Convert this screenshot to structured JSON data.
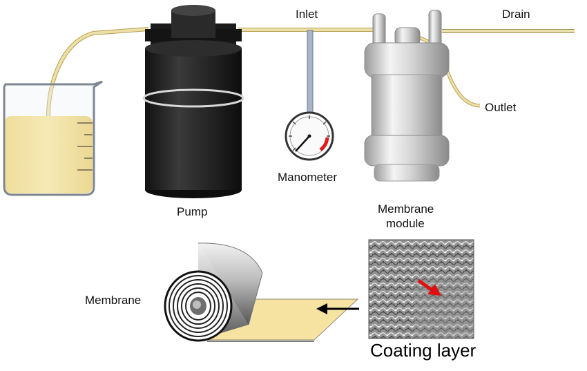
{
  "labels": {
    "inlet": "Inlet",
    "drain": "Drain",
    "outlet": "Outlet",
    "manometer": "Manometer",
    "pump": "Pump",
    "membrane_module": [
      "Membrane",
      "module"
    ],
    "membrane": "Membrane",
    "coating_layer": "Coating layer"
  },
  "colors": {
    "liquid": "#f7dc7a",
    "tube": "#ede0a6",
    "pump_body": "#262626",
    "membrane_sheet": "#f6e3a2",
    "gauge_red_zone": "#e11b1b",
    "pointer_arrow": "#e01010"
  },
  "icons": [
    "beaker-icon",
    "pump-icon",
    "manometer-icon",
    "membrane-module-icon",
    "membrane-roll-icon",
    "sem-image-icon",
    "arrow-left-icon"
  ]
}
